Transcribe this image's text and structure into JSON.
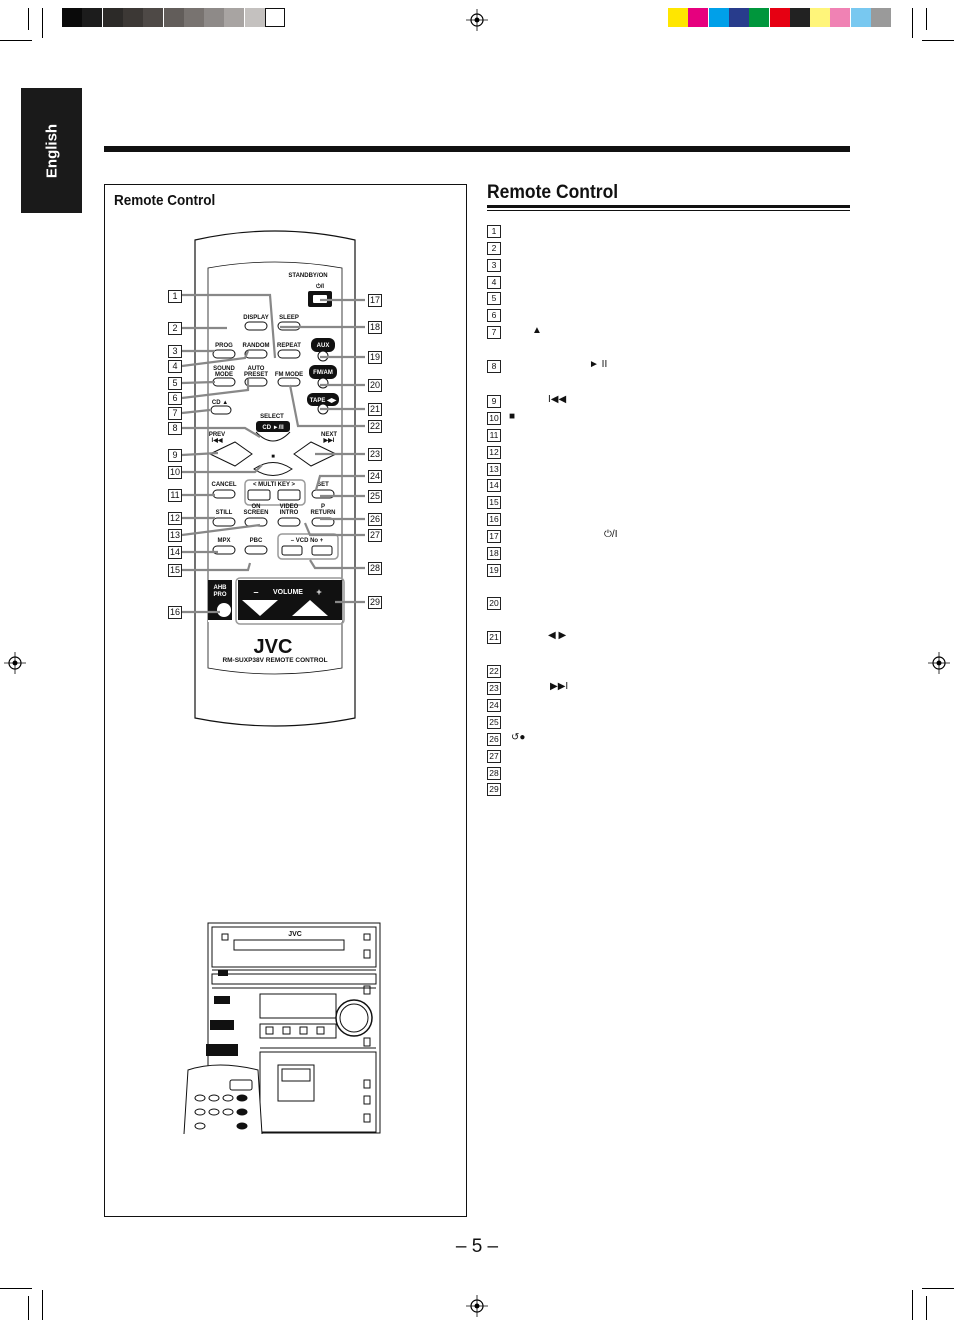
{
  "colors": {
    "grays": [
      "#0a0a0a",
      "#1c1c1c",
      "#2c2a28",
      "#3c3835",
      "#4e4946",
      "#625d5a",
      "#787370",
      "#8e8a88",
      "#a8a4a2",
      "#c4c1bf",
      "#ffffff"
    ],
    "process": [
      "#ffe600",
      "#e6007e",
      "#00a0e9",
      "#283c8c",
      "#00963c",
      "#e60012",
      "#222222",
      "#fff57a",
      "#f082b4",
      "#78c8f0",
      "#9a9a9a"
    ]
  },
  "side_tab": "English",
  "left_panel": {
    "title": "Remote Control",
    "remote": {
      "buttons": {
        "standby_on": "STANDBY/ON",
        "standby_symbol": "⏻/I",
        "display": "DISPLAY",
        "sleep": "SLEEP",
        "prog": "PROG",
        "random": "RANDOM",
        "repeat": "REPEAT",
        "aux": "AUX",
        "sound": "SOUND",
        "mode": "MODE",
        "auto": "AUTO",
        "preset": "PRESET",
        "fm_mode": "FM MODE",
        "fm_am": "FM/AM",
        "tape": "TAPE ◀▶",
        "cd_eject": "CD ▲",
        "select": "SELECT",
        "cd_play": "CD ►/II",
        "prev": "PREV",
        "prev_sym": "I◀◀",
        "next": "NEXT",
        "next_sym": "▶▶I",
        "stop": "■",
        "cancel": "CANCEL",
        "multi_key": "< MULTI KEY >",
        "set": "SET",
        "still": "STILL",
        "on": "ON",
        "screen": "SCREEN",
        "video": "VIDEO",
        "intro": "INTRO",
        "return_sym": "P",
        "return": "RETURN",
        "mpx": "MPX",
        "pbc": "PBC",
        "vcd_no": "– VCD No +",
        "ahb": "AHB",
        "pro": "PRO",
        "volume": "VOLUME",
        "vol_minus": "–",
        "vol_plus": "+"
      },
      "brand": "JVC",
      "model": "RM-SUXP38V REMOTE CONTROL"
    },
    "callouts": [
      "1",
      "2",
      "3",
      "4",
      "5",
      "6",
      "7",
      "8",
      "9",
      "10",
      "11",
      "12",
      "13",
      "14",
      "15",
      "16",
      "17",
      "18",
      "19",
      "20",
      "21",
      "22",
      "23",
      "24",
      "25",
      "26",
      "27",
      "28",
      "29"
    ],
    "unit": {
      "brand": "JVC"
    }
  },
  "right": {
    "title": "Remote Control",
    "items": [
      {
        "n": "1",
        "sym": ""
      },
      {
        "n": "2",
        "sym": ""
      },
      {
        "n": "3",
        "sym": ""
      },
      {
        "n": "4",
        "sym": ""
      },
      {
        "n": "5",
        "sym": ""
      },
      {
        "n": "6",
        "sym": ""
      },
      {
        "n": "7",
        "sym": "▲"
      },
      {
        "n": "8",
        "sym": "► II"
      },
      {
        "n": "9",
        "sym": "I◀◀"
      },
      {
        "n": "10",
        "sym": "■"
      },
      {
        "n": "11",
        "sym": ""
      },
      {
        "n": "12",
        "sym": ""
      },
      {
        "n": "13",
        "sym": ""
      },
      {
        "n": "14",
        "sym": ""
      },
      {
        "n": "15",
        "sym": ""
      },
      {
        "n": "16",
        "sym": ""
      },
      {
        "n": "17",
        "sym": "⏻/I"
      },
      {
        "n": "18",
        "sym": ""
      },
      {
        "n": "19",
        "sym": ""
      },
      {
        "n": "20",
        "sym": ""
      },
      {
        "n": "21",
        "sym": "◀ ▶"
      },
      {
        "n": "22",
        "sym": ""
      },
      {
        "n": "23",
        "sym": "▶▶I"
      },
      {
        "n": "24",
        "sym": ""
      },
      {
        "n": "25",
        "sym": ""
      },
      {
        "n": "26",
        "sym": "↺●"
      },
      {
        "n": "27",
        "sym": ""
      },
      {
        "n": "28",
        "sym": ""
      },
      {
        "n": "29",
        "sym": ""
      }
    ]
  },
  "page_number": "– 5 –"
}
